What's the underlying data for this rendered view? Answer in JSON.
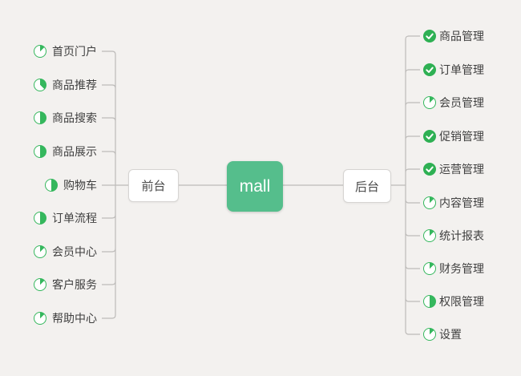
{
  "canvas": {
    "background": "#f3f1ef"
  },
  "root": {
    "label": "mall",
    "bg_color": "#55be8c",
    "text_color": "#ffffff"
  },
  "branches": [
    {
      "label": "前台",
      "side": "left",
      "items": [
        {
          "label": "首页门户",
          "icon": "pie",
          "progress": 0.125
        },
        {
          "label": "商品推荐",
          "icon": "pie",
          "progress": 0.375
        },
        {
          "label": "商品搜索",
          "icon": "pie",
          "progress": 0.5
        },
        {
          "label": "商品展示",
          "icon": "pie",
          "progress": 0.5
        },
        {
          "label": "购物车",
          "icon": "pie",
          "progress": 0.5
        },
        {
          "label": "订单流程",
          "icon": "pie",
          "progress": 0.5
        },
        {
          "label": "会员中心",
          "icon": "pie",
          "progress": 0.125
        },
        {
          "label": "客户服务",
          "icon": "pie",
          "progress": 0.125
        },
        {
          "label": "帮助中心",
          "icon": "pie",
          "progress": 0.125
        }
      ]
    },
    {
      "label": "后台",
      "side": "right",
      "items": [
        {
          "label": "商品管理",
          "icon": "check",
          "progress": 1
        },
        {
          "label": "订单管理",
          "icon": "check",
          "progress": 1
        },
        {
          "label": "会员管理",
          "icon": "pie",
          "progress": 0.125
        },
        {
          "label": "促销管理",
          "icon": "check",
          "progress": 1
        },
        {
          "label": "运营管理",
          "icon": "check",
          "progress": 1
        },
        {
          "label": "内容管理",
          "icon": "pie",
          "progress": 0.125
        },
        {
          "label": "统计报表",
          "icon": "pie",
          "progress": 0.125
        },
        {
          "label": "财务管理",
          "icon": "pie",
          "progress": 0.125
        },
        {
          "label": "权限管理",
          "icon": "pie",
          "progress": 0.5
        },
        {
          "label": "设置",
          "icon": "pie",
          "progress": 0.125
        }
      ]
    }
  ],
  "icons": {
    "check_glyph": "✓",
    "pie_color": "#35b75d",
    "check_color": "#2eb053"
  },
  "colors": {
    "line": "#bdbbb9",
    "item_text": "#3f3f3f",
    "root_green": "#55be8c"
  }
}
